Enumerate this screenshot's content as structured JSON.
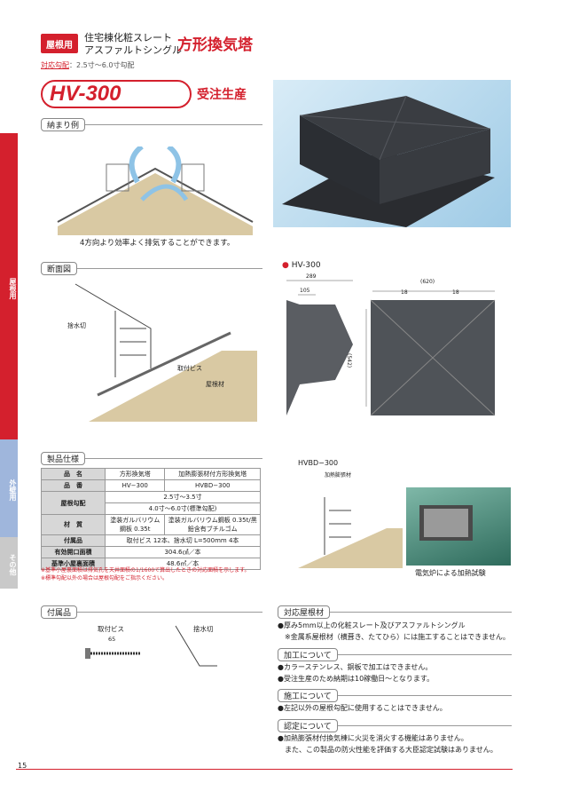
{
  "header": {
    "category_badge": "屋根用",
    "subtitle_line1": "住宅棟化粧スレート",
    "subtitle_line2": "アスファルトシングル",
    "title": "方形換気塔",
    "pitch_label": "対応勾配",
    "pitch_value": "：2.5寸〜6.0寸勾配",
    "model": "HV-300",
    "made_to_order": "受注生産"
  },
  "side_tabs": [
    {
      "label": "屋根用",
      "color": "#d4202d"
    },
    {
      "label": "外壁用",
      "color": "#9fb6dc"
    },
    {
      "label": "その他",
      "color": "#c9c9c9"
    }
  ],
  "sections": {
    "install": "納まり例",
    "section_view": "断面図",
    "spec": "製品仕様",
    "accessories": "付属品",
    "roof_material": "対応屋根材",
    "processing": "加工について",
    "construction": "施工について",
    "certification": "認定について"
  },
  "install_caption": "4方向より効率よく排気することができます。",
  "section_labels": {
    "drip": "捨水切",
    "screw": "取付ビス",
    "roof": "屋根材"
  },
  "drawing": {
    "title": "HV-300",
    "dim_289": "289",
    "dim_105": "105",
    "dim_620": "(620)",
    "dim_18a": "18",
    "dim_18b": "18",
    "dim_542": "(542)"
  },
  "hvbd": {
    "title": "HVBD−300",
    "label": "加熱膨張材",
    "photo_caption": "電気炉による加熱試験"
  },
  "spec_table": {
    "rows": [
      {
        "h": "品　名",
        "c1": "方形換気塔",
        "c2": "加熱膨張材付方形換気塔"
      },
      {
        "h": "品　番",
        "c1": "HV−300",
        "c2": "HVBD−300"
      },
      {
        "h": "屋根勾配",
        "c1": "2.5寸〜3.5寸",
        "c2": "4.0寸〜6.0寸(標準勾配)"
      },
      {
        "h": "材　質",
        "c1": "塗装ガルバリウム鋼板 0.35t",
        "c2": "塗装ガルバリウム鋼板 0.35t/黒鉛含有ブチルゴム"
      },
      {
        "h": "付属品",
        "c1": "取付ビス 12本、捨水切 L=500mm 4本"
      },
      {
        "h": "有効開口面積",
        "c1": "304.6㎠／本"
      },
      {
        "h": "基準小屋裏面積",
        "c1": "48.6㎡／本"
      }
    ],
    "notes": [
      "※基準小屋裏面積は排気孔を天井面積の1/1600で算出したときの対応面積を示します。",
      "※標準勾配以外の場合は屋根勾配をご指示ください。"
    ]
  },
  "accessories": {
    "screw_label": "取付ビス",
    "screw_len": "65",
    "drip_label": "捨水切"
  },
  "roof_material": {
    "b1": "●厚み5mm以上の化粧スレート及びアスファルトシングル",
    "b2": "※金属系屋根材（横葺き、たてひら）には施工することはできません。"
  },
  "processing": {
    "b1": "●カラーステンレス、銅板で加工はできません。",
    "b2": "●受注生産のため納期は10稼働日〜となります。"
  },
  "construction": {
    "b1": "●左記以外の屋根勾配に使用することはできません。"
  },
  "certification": {
    "b1": "●加熱膨張材付換気棟に火災を消火する機能はありません。",
    "b2": "　また、この製品の防火性能を評価する大臣認定試験はありません。"
  },
  "page_number": "15"
}
